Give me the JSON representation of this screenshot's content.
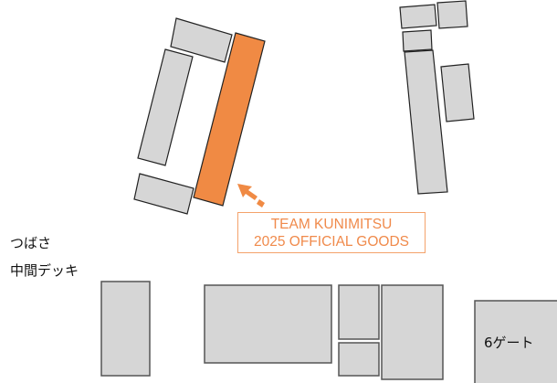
{
  "labels": {
    "tsubasa": "つばさ",
    "middle_deck": "中間デッキ",
    "gate": "6ゲート"
  },
  "highlight": {
    "line1": "TEAM KUNIMITSU",
    "line2": "2025 OFFICIAL GOODS",
    "color": "#f08a44"
  }
}
